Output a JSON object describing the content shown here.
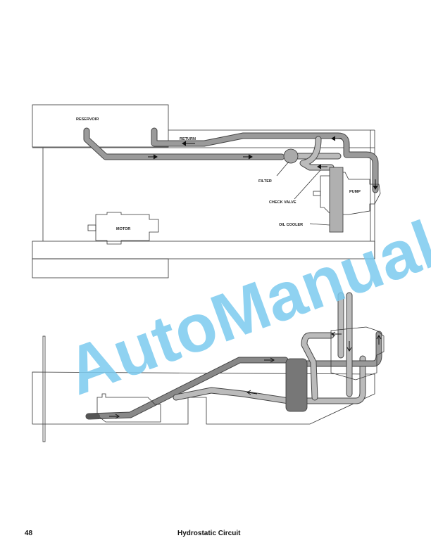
{
  "top_diagram": {
    "labels": {
      "reservoir": "RESERVOIR",
      "return": "RETURN",
      "filter": "FILTER",
      "pump": "PUMP",
      "check_valve": "CHECK VALVE",
      "oil_cooler": "OIL COOLER",
      "motor": "MOTOR"
    }
  },
  "watermark": "AutoManual",
  "footer": {
    "page_number": "48",
    "title": "Hydrostatic Circuit"
  }
}
